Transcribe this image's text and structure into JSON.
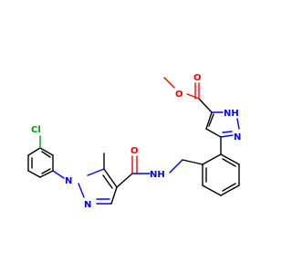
{
  "molecule": {
    "colors": {
      "carbon_bond": "#000000",
      "nitrogen": "#0000ff",
      "oxygen": "#ff0000",
      "chlorine": "#00a000"
    },
    "labels": {
      "chlorine": "Cl",
      "pyrazole1_n1": "N",
      "pyrazole1_n2": "N",
      "amide_nh": "NH",
      "amide_o": "O",
      "ester_o_methoxy": "O",
      "ester_o_carbonyl": "O",
      "pyrazole2_nh": "NH",
      "pyrazole2_n": "N"
    }
  }
}
